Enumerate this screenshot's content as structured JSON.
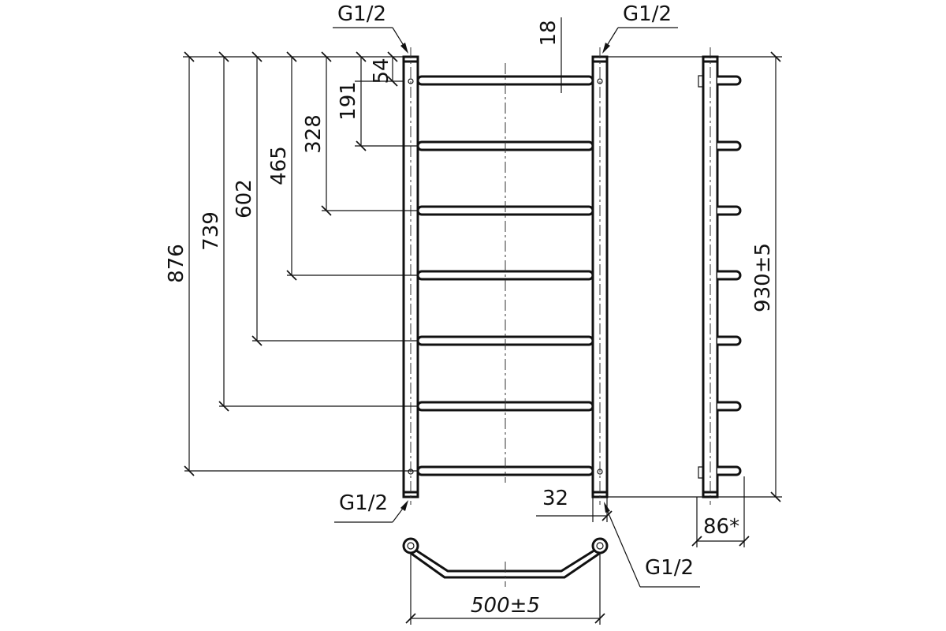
{
  "connections": {
    "top_left": "G1/2",
    "top_right": "G1/2",
    "bottom_left": "G1/2",
    "bottom_right": "G1/2"
  },
  "dimensions": {
    "rungs": [
      "54",
      "191",
      "328",
      "465",
      "602",
      "739",
      "876"
    ],
    "rung_offset": "18",
    "pipe_gap": "32",
    "total_height": "930±5",
    "depth": "86*",
    "center_distance": "500±5"
  },
  "colors": {
    "line": "#111111",
    "background": "#ffffff"
  }
}
